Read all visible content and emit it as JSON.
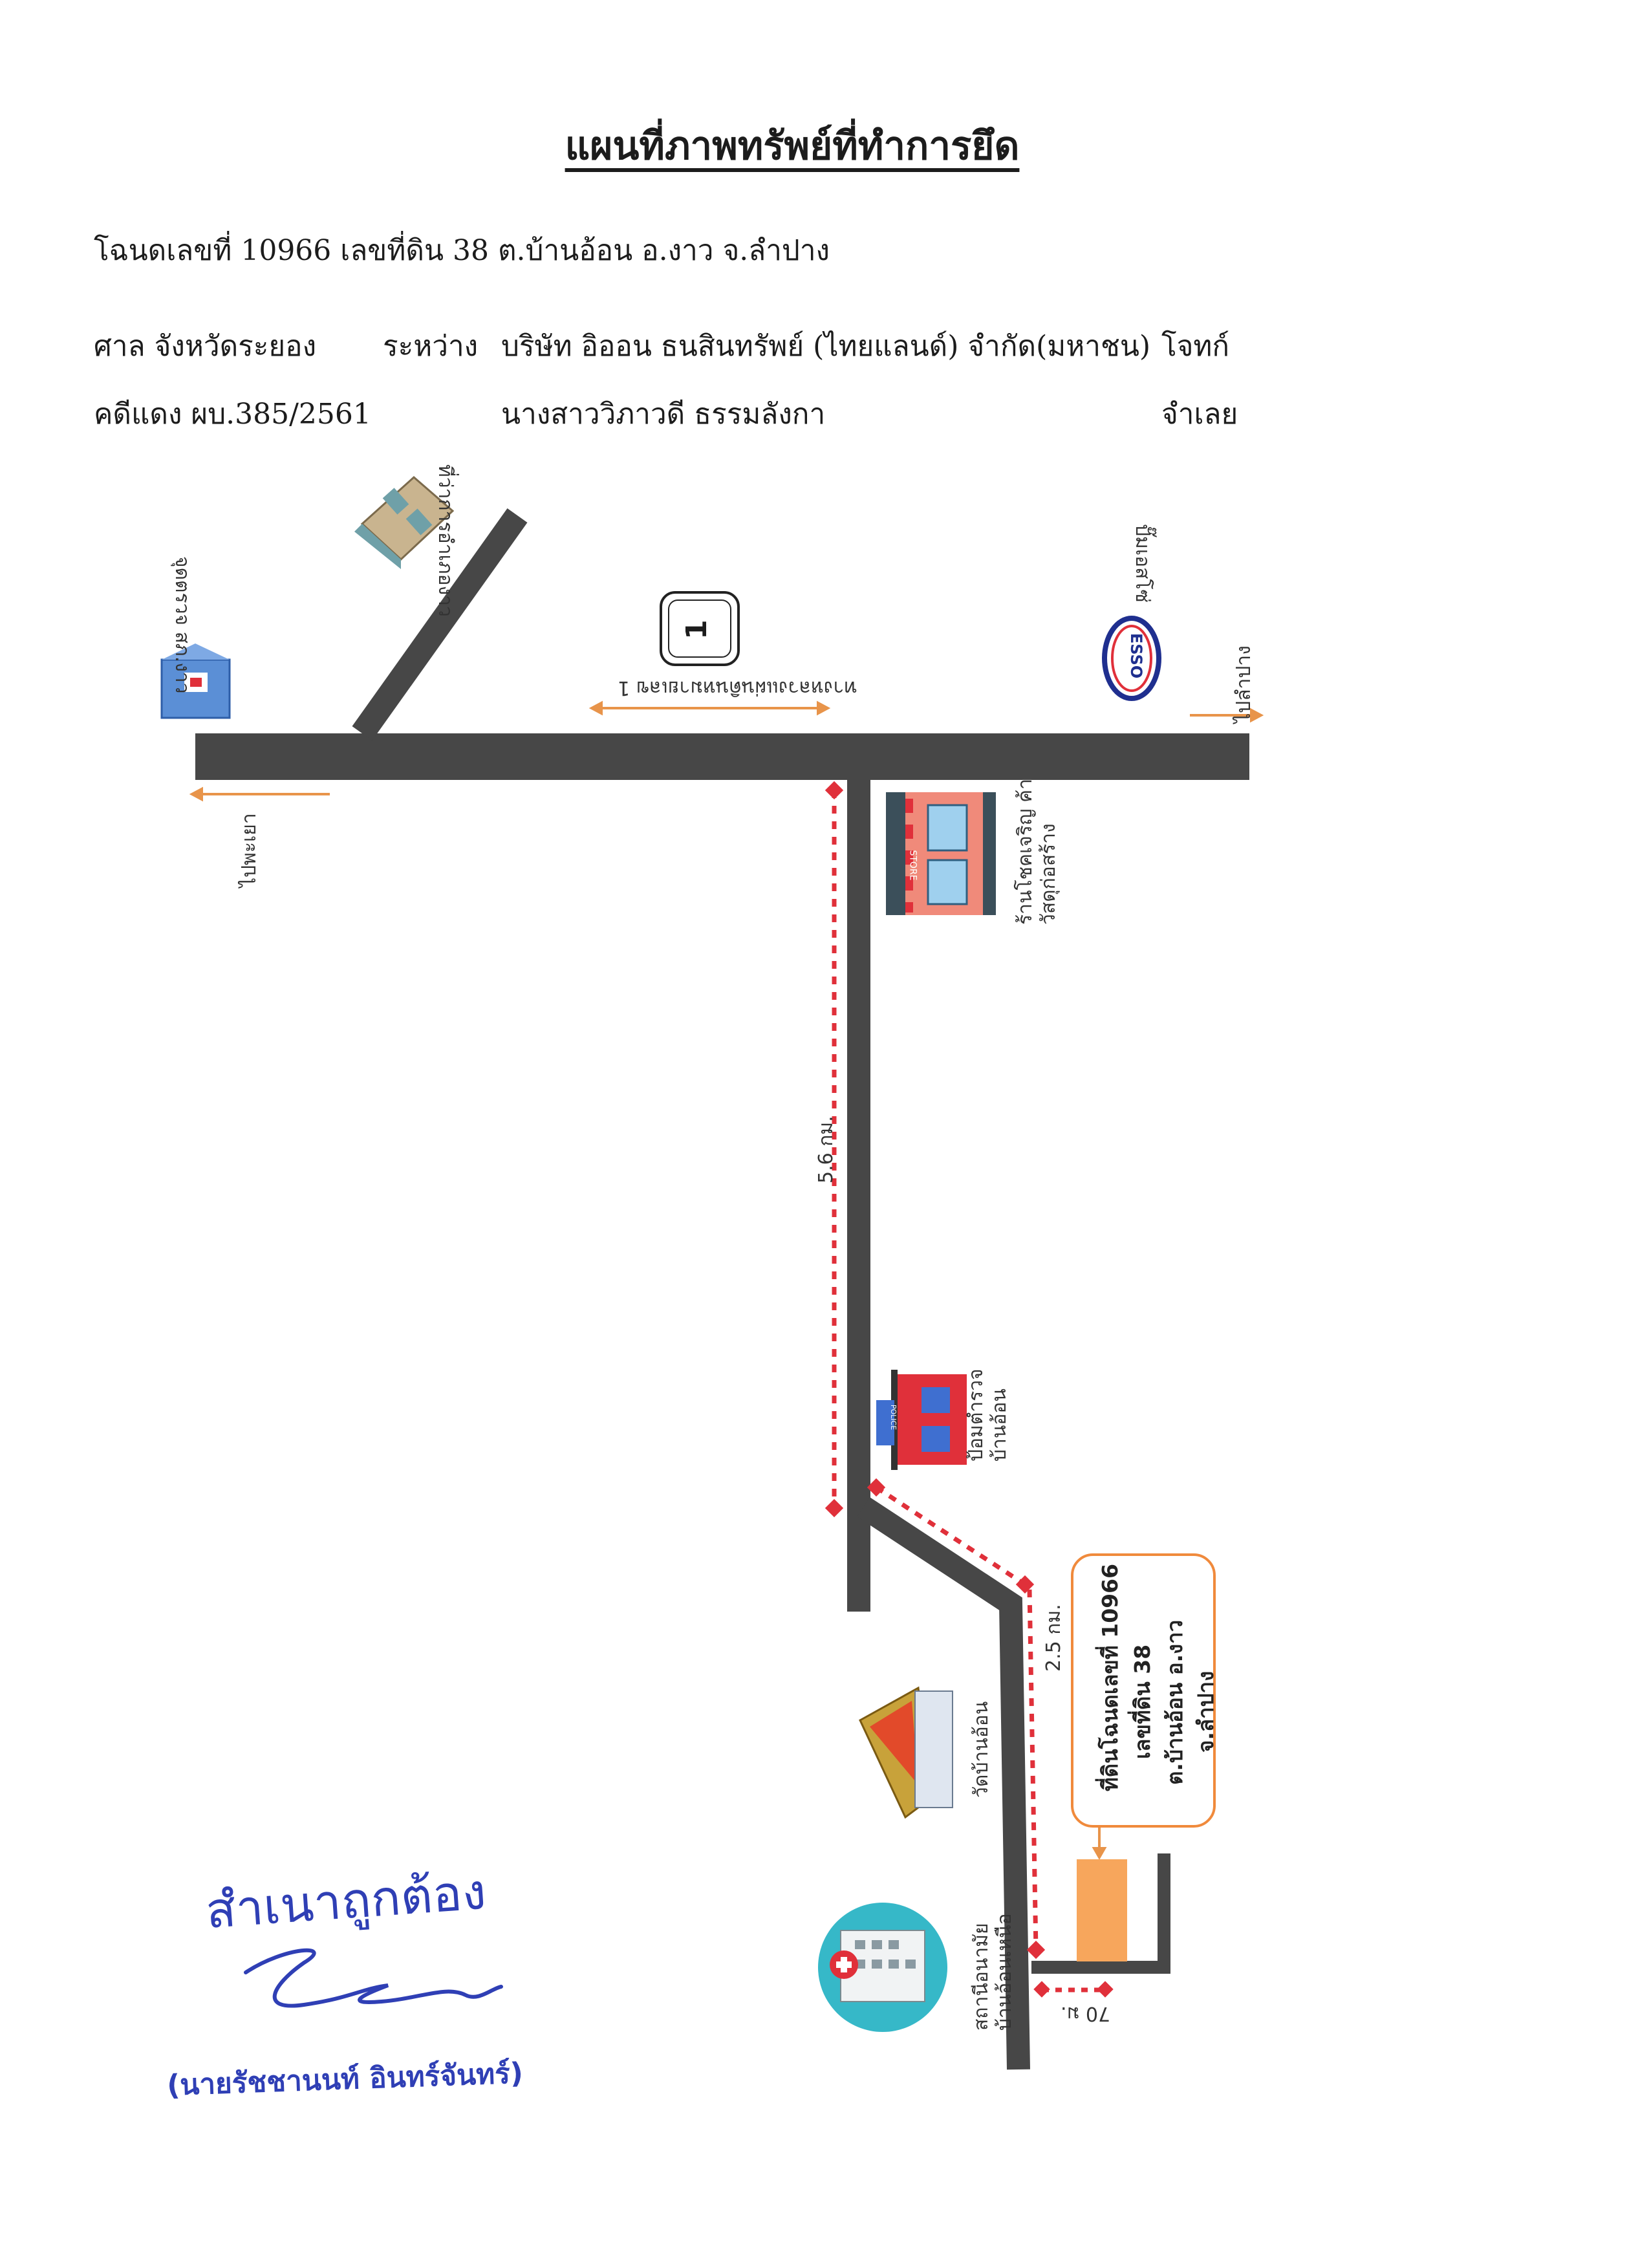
{
  "header": {
    "title": "แผนที่ภาพทรัพย์ที่ทำการยึด",
    "deed_line": "โฉนดเลขที่ 10966 เลขที่ดิน 38 ต.บ้านอ้อน อ.งาว จ.ลำปาง",
    "court": "ศาล จังหวัดระยอง",
    "between": "ระหว่าง",
    "plaintiff": "บริษัท อิออน ธนสินทรัพย์ (ไทยแลนด์) จำกัด(มหาชน)",
    "plaintiff_role": "โจทก์",
    "case_no": "คดีแดง ผบ.385/2561",
    "defendant": "นางสาววิภาวดี ธรรมลังกา",
    "defendant_role": "จำเลย"
  },
  "map": {
    "road_name": "ทางหลวงแผ่นดินหมายเลข 1",
    "route_shield": "1",
    "to_phayao": "ไปพะเยา",
    "to_lampang": "ไปลำปาง",
    "checkpoint": "จุดตรวจ สภ.งาว",
    "district_office": "ที่ว่าการอำเภองาว",
    "esso_station": "ปั๊มเอสโซ่",
    "esso_logo": "ESSO",
    "store_name": "ร้านโชคเจริญ ค้าวัสดุก่อสร้าง",
    "store_sign": "STORE",
    "police_box": "ป้อมตำรวจ บ้านอ้อน",
    "police_sign": "POLICE",
    "temple": "วัดบ้านอ้อน",
    "health_center": "สถานีอนามัย บ้านอ้อนเหนือ",
    "distance_1": "5.6 กม.",
    "distance_2": "2.5 กม.",
    "distance_3": "70 ม.",
    "target_lines": [
      "ที่ดินโฉนดเลขที่ 10966",
      "เลขที่ดิน 38",
      "ต.บ้านอ้อน อ.งาว",
      "จ.ลำปาง"
    ],
    "colors": {
      "road": "#474747",
      "route": "#e0303a",
      "target": "#f7a65c",
      "box_border": "#f08a3c",
      "arrow": "#e8944a"
    }
  },
  "certification": {
    "certified": "สำเนาถูกต้อง",
    "name": "(นายรัชชานนท์ อินทร์จันทร์)"
  }
}
